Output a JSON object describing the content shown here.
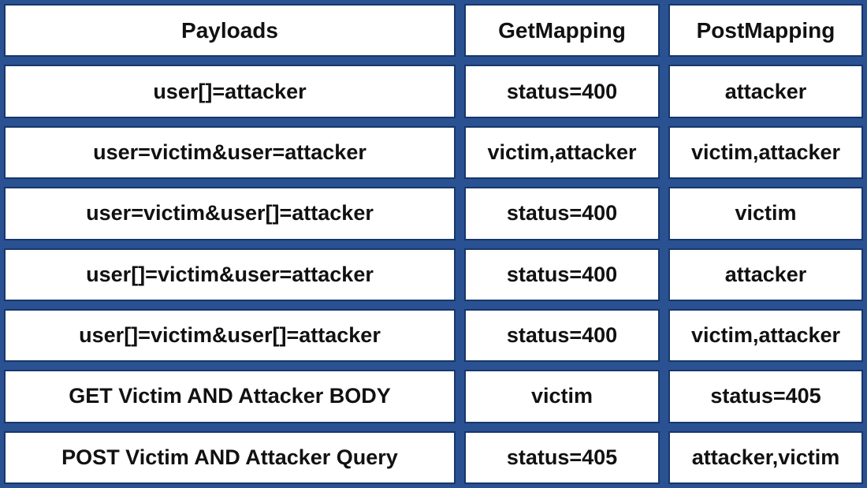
{
  "colors": {
    "bg": "#2a5191",
    "border": "#17376b",
    "cell": "#ffffff",
    "text": "#111111"
  },
  "chart_data": {
    "type": "table",
    "title": "",
    "columns": [
      "Payloads",
      "GetMapping",
      "PostMapping"
    ],
    "rows": [
      [
        "user[]=attacker",
        "status=400",
        "attacker"
      ],
      [
        "user=victim&user=attacker",
        "victim,attacker",
        "victim,attacker"
      ],
      [
        "user=victim&user[]=attacker",
        "status=400",
        "victim"
      ],
      [
        "user[]=victim&user=attacker",
        "status=400",
        "attacker"
      ],
      [
        "user[]=victim&user[]=attacker",
        "status=400",
        "victim,attacker"
      ],
      [
        "GET Victim AND Attacker BODY",
        "victim",
        "status=405"
      ],
      [
        "POST Victim AND Attacker Query",
        "status=405",
        "attacker,victim"
      ]
    ]
  }
}
